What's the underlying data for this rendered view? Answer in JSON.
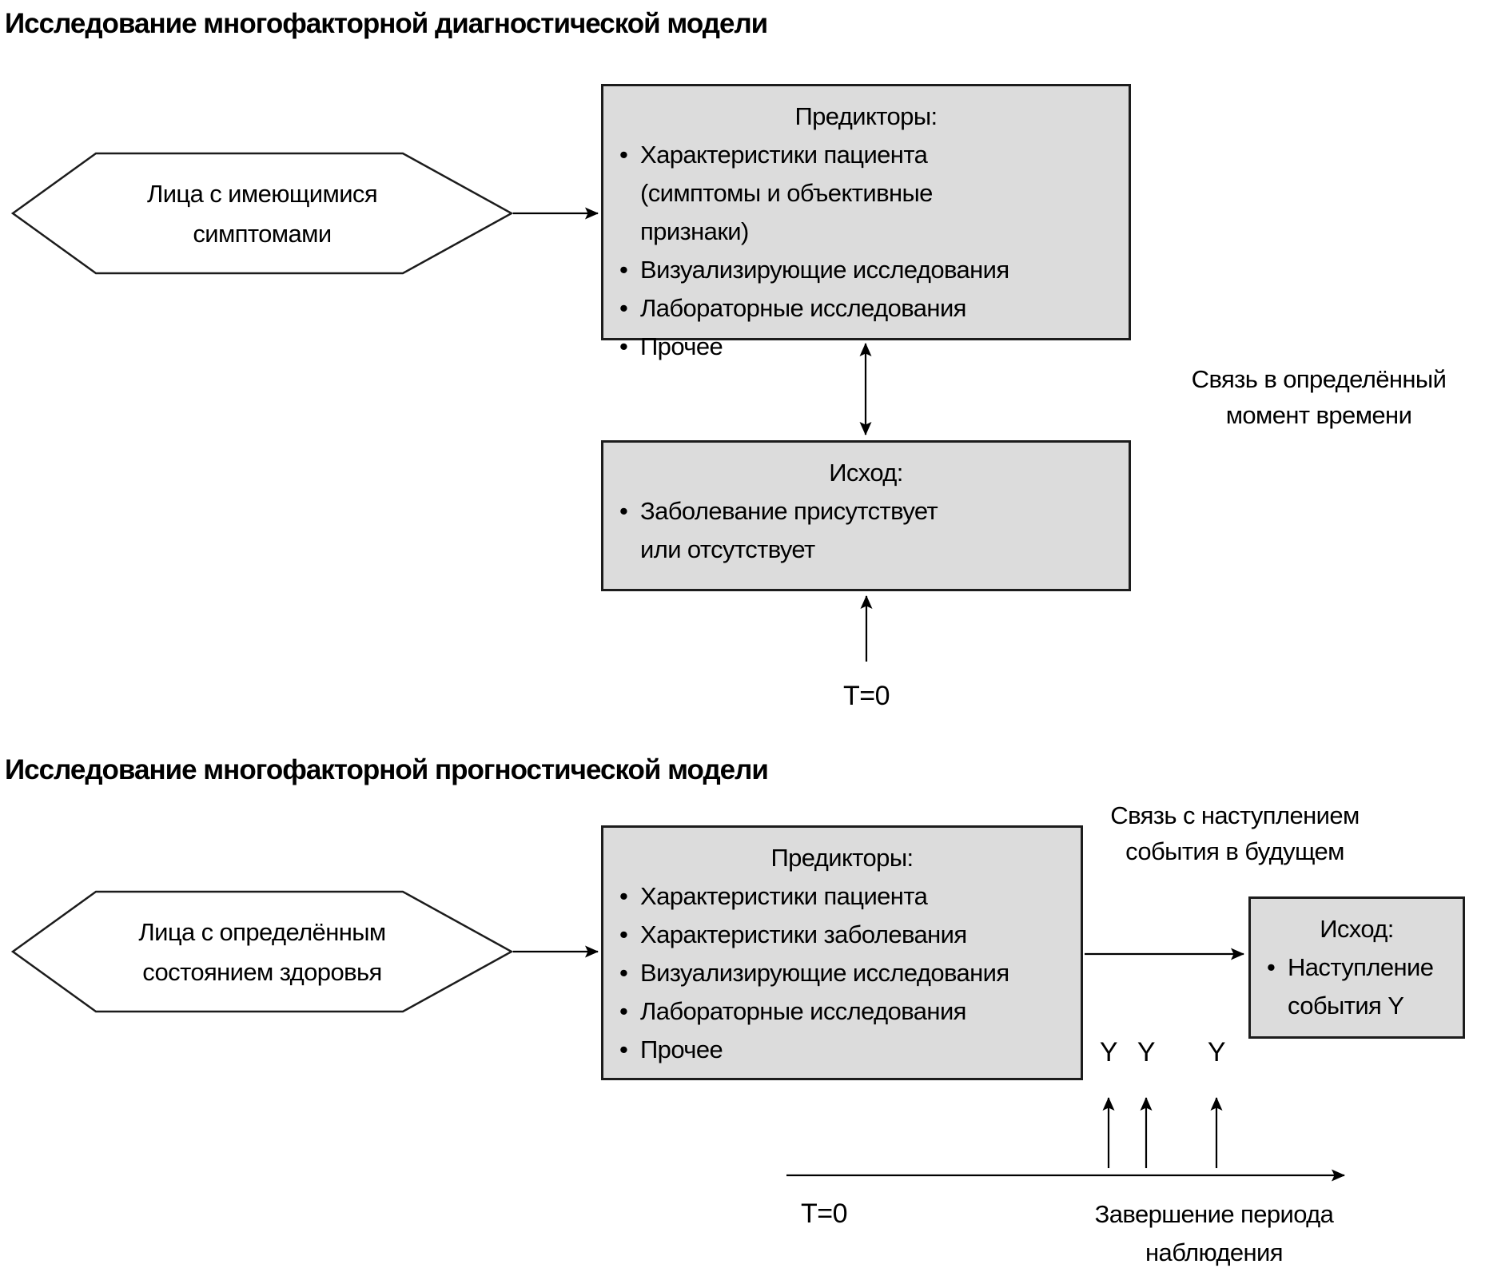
{
  "colors": {
    "background": "#ffffff",
    "box_fill": "#dcdcdc",
    "box_border": "#1c1c1c",
    "line": "#000000"
  },
  "sections": {
    "diagnostic": {
      "title": "Исследование многофакторной диагностической модели",
      "population": "Лица с имеющимися симптомами",
      "predictors_title": "Предикторы:",
      "predictors": [
        "Характеристики пациента (симптомы и объективные признаки)",
        "Визуализирующие исследования",
        "Лабораторные исследования",
        "Прочее"
      ],
      "outcome_title": "Исход:",
      "outcome": "Заболевание присутствует или отсутствует",
      "link_label": "Связь в определённый момент времени",
      "time_label": "T=0"
    },
    "prognostic": {
      "title": "Исследование многофакторной прогностической модели",
      "population": "Лица с определённым состоянием здоровья",
      "predictors_title": "Предикторы:",
      "predictors": [
        "Характеристики пациента",
        "Характеристики заболевания",
        "Визуализирующие исследования",
        "Лабораторные исследования",
        "Прочее"
      ],
      "outcome_title": "Исход:",
      "outcome": "Наступление события Y",
      "link_label": "Связь с наступлением события в будущем",
      "timeline_start_label": "T=0",
      "timeline_end_label": "Завершение периода наблюдения",
      "event_labels": [
        "Y",
        "Y",
        "Y"
      ]
    }
  }
}
